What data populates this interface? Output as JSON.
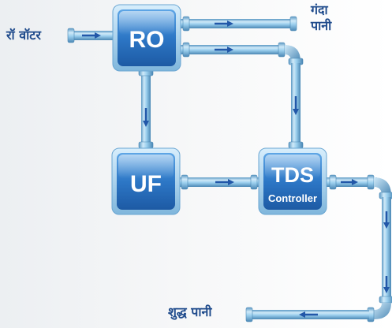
{
  "labels": {
    "raw_water": "रॉ वॉटर",
    "waste_water": [
      "गंदा",
      "पानी"
    ],
    "pure_water": "शुद्ध पानी"
  },
  "boxes": {
    "ro": "RO",
    "uf": "UF",
    "tds_line1": "TDS",
    "tds_line2": "Controller"
  },
  "colors": {
    "text": "#1f4b8c",
    "box_blue": "#2f78c8",
    "pipe": "#8fc6e6",
    "arrow": "#2257a8"
  }
}
